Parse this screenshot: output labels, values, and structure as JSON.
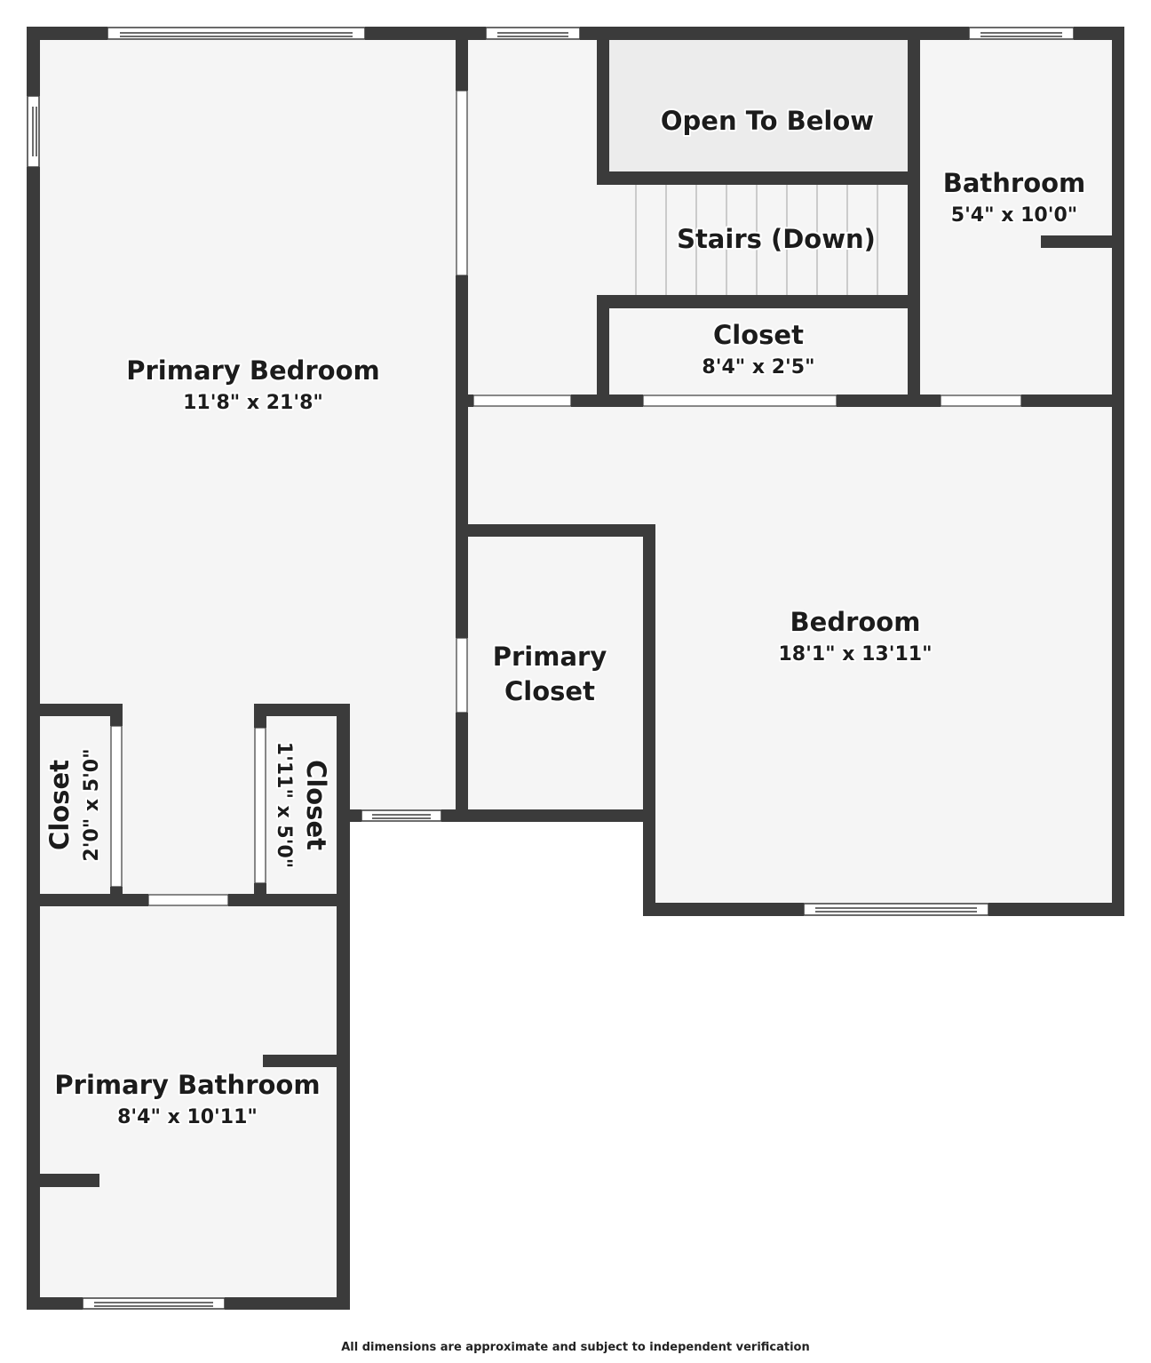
{
  "rooms": {
    "primary_bedroom": {
      "name": "Primary Bedroom",
      "dims": "11'8\" x 21'8\""
    },
    "open_to_below": {
      "name": "Open To Below"
    },
    "stairs": {
      "name": "Stairs (Down)"
    },
    "bathroom": {
      "name": "Bathroom",
      "dims": "5'4\" x 10'0\""
    },
    "hall_closet": {
      "name": "Closet",
      "dims": "8'4\" x 2'5\""
    },
    "bedroom": {
      "name": "Bedroom",
      "dims": "18'1\" x 13'11\""
    },
    "primary_closet": {
      "name_line1": "Primary",
      "name_line2": "Closet"
    },
    "closet_left": {
      "name": "Closet",
      "dims": "2'0\" x 5'0\""
    },
    "closet_right": {
      "name": "Closet",
      "dims": "1'11\" x 5'0\""
    },
    "primary_bathroom": {
      "name": "Primary Bathroom",
      "dims": "8'4\" x 10'11\""
    }
  },
  "disclaimer": "All dimensions are approximate and subject to independent verification",
  "colors": {
    "wall": "#3b3b3b",
    "floor": "#f5f5f5",
    "open_to_below_fill": "#ececec",
    "background": "#ffffff"
  }
}
